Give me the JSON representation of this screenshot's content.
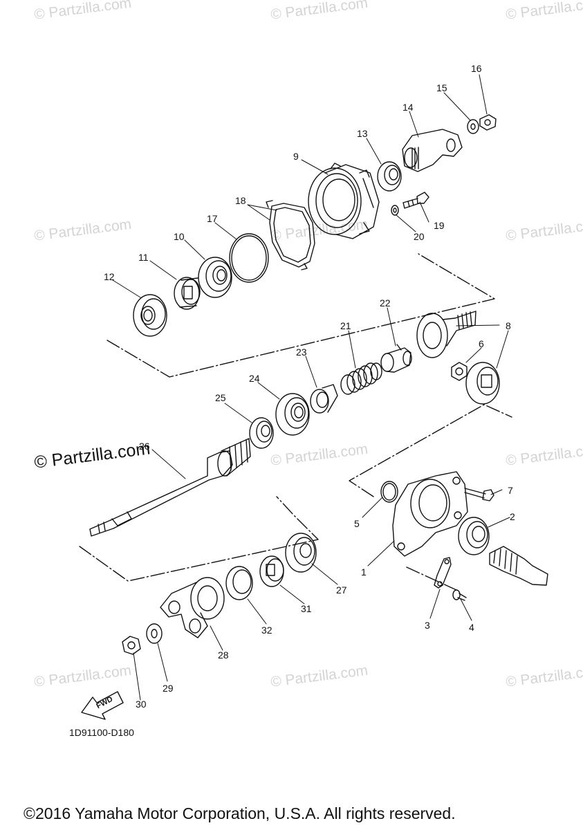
{
  "watermark": {
    "text": "© Partzilla.com"
  },
  "callouts": [
    "1",
    "2",
    "3",
    "4",
    "5",
    "6",
    "7",
    "8",
    "9",
    "10",
    "11",
    "12",
    "13",
    "14",
    "15",
    "16",
    "17",
    "18",
    "19",
    "20",
    "21",
    "22",
    "23",
    "24",
    "25",
    "26",
    "27",
    "28",
    "29",
    "30",
    "31",
    "32"
  ],
  "fwd_label": "FWD",
  "diagram_code": "1D91100-D180",
  "footer": "©2016 Yamaha Motor Corporation, U.S.A. All rights reserved."
}
